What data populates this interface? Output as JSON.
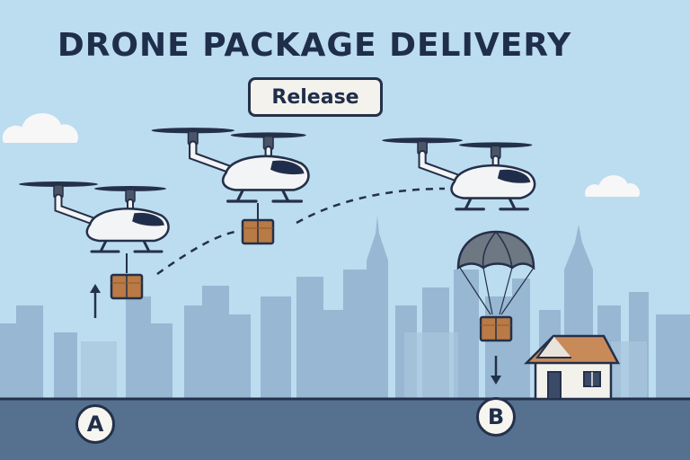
{
  "title": "DRONE PACKAGE DELIVERY",
  "release_button": "Release",
  "points": {
    "start": "A",
    "destination": "B"
  },
  "colors": {
    "sky": "#bcdcf0",
    "ground": "#56708f",
    "skyline": "#97b7d2",
    "drone_body": "#f3f4f6",
    "drone_window": "#1f2d4d",
    "package": "#b97a45",
    "parachute": "#6e7883",
    "house_roof": "#c98a5a",
    "outline": "#243049"
  },
  "icons": [
    "drone-icon",
    "package-icon",
    "parachute-icon",
    "house-icon",
    "cloud-icon",
    "arrow-up-icon",
    "arrow-down-icon"
  ]
}
